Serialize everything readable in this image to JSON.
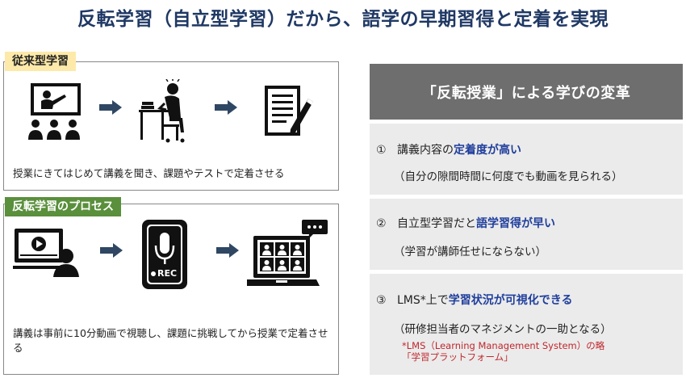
{
  "title": "反転学習（自立型学習）だから、語学の早期習得と定着を実現",
  "traditional": {
    "tag": "従来型学習",
    "icons": [
      "teacher-lecture-icon",
      "student-studying-icon",
      "test-paper-icon"
    ],
    "caption": "授業にきてはじめて講義を聞き、課題やテストで定着させる"
  },
  "flipped": {
    "tag": "反転学習のプロセス",
    "icons": [
      "video-lecture-icon",
      "voice-recorder-icon",
      "online-meeting-icon"
    ],
    "rec_label": "REC",
    "caption": "講義は事前に10分動画で視聴し、課題に挑戦してから授業で定着させる"
  },
  "changes": {
    "header": "「反転授業」による学びの変革",
    "items": [
      {
        "num": "①",
        "pre": "講義内容の",
        "highlight": "定着度が高い",
        "sub": "（自分の隙間時間に何度でも動画を見られる）"
      },
      {
        "num": "②",
        "pre": "自立型学習だと",
        "highlight": "語学習得が早い",
        "sub": "（学習が講師任せにならない）"
      },
      {
        "num": "③",
        "pre": "LMS*上で",
        "highlight": "学習状況が可視化できる",
        "sub": "（研修担当者のマネジメントの一助となる）"
      }
    ],
    "note_line1": "*LMS（Learning Management System）の略",
    "note_line2": "「学習プラットフォーム」"
  },
  "colors": {
    "title": "#1f3864",
    "highlight": "#1f3e9c",
    "tag_green": "#5a8f3c",
    "tag_yellow": "#fde9a9",
    "header_gray": "#6e6e6e",
    "arrow": "#2f4763",
    "note": "#c0272d"
  }
}
